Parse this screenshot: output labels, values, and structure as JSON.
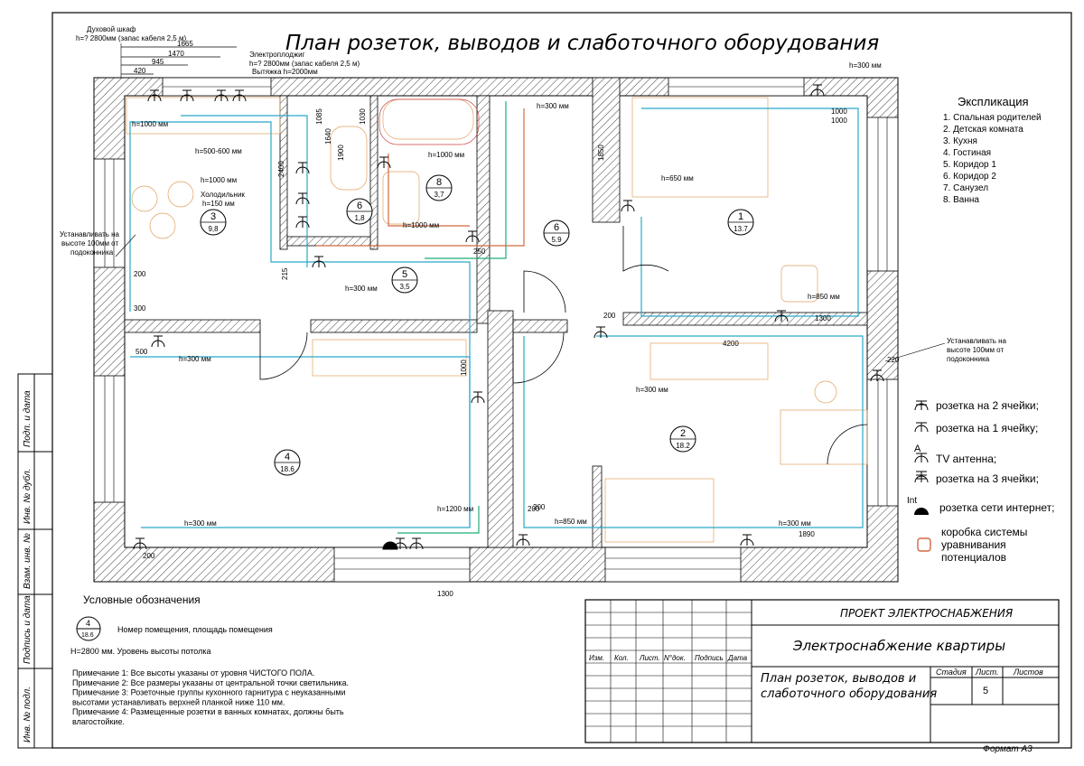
{
  "title": "План розеток, выводов и слаботочного оборудования",
  "top_notes": {
    "oven_label": "Духовой шкаф",
    "oven_height": "h=? 2800мм (запас кабеля 2,5 м)",
    "stove_label": "Электроплоджиг",
    "stove_height": "h=? 2800мм (запас кабеля 2,5 м)",
    "hood_height": "Вытяжка h=2000мм",
    "dims": [
      "1665",
      "1470",
      "945",
      "420"
    ]
  },
  "explication": {
    "title": "Экспликация",
    "items": [
      "1.    Спальная родителей",
      "2.    Детская комната",
      "3.    Кухня",
      "4.    Гостиная",
      "5.    Коридор 1",
      "6.    Коридор 2",
      "7.    Санузел",
      "8.    Ванна"
    ]
  },
  "rooms": [
    {
      "num": "3",
      "area": "9,8"
    },
    {
      "num": "6",
      "area": "1,8"
    },
    {
      "num": "8",
      "area": "3,7"
    },
    {
      "num": "5",
      "area": "3,5"
    },
    {
      "num": "6",
      "area": "5.9"
    },
    {
      "num": "1",
      "area": "13.7"
    },
    {
      "num": "4",
      "area": "18.6"
    },
    {
      "num": "2",
      "area": "18.2"
    }
  ],
  "height_labels": [
    "h=1000 мм",
    "h=500-600 мм",
    "h=1000 мм",
    "Холодильник",
    "h=150 мм",
    "h=1000 мм",
    "h=1000 мм",
    "h=300 мм",
    "h=300 мм",
    "h=300 мм",
    "h=650 мм",
    "h=850 мм",
    "h=300 мм",
    "h=300 мм",
    "h=300 мм",
    "h=1200 мм",
    "h=850 мм",
    "h=300 мм"
  ],
  "dim_labels": [
    "1085",
    "1030",
    "1640",
    "1900",
    "2400",
    "250",
    "1000",
    "200",
    "215",
    "1850",
    "1000",
    "200",
    "1300",
    "4200",
    "220",
    "500",
    "300",
    "200",
    "1000",
    "200",
    "1890",
    "1300",
    "200"
  ],
  "window_notes": {
    "left": [
      "Устанавливать на",
      "высоте 100мм от",
      "подоконника"
    ],
    "right": [
      "Устанавливать на",
      "высоте 100мм от",
      "подоконника"
    ]
  },
  "legend": {
    "items": [
      {
        "label": "розетка на 2 ячейки;"
      },
      {
        "label": "розетка на 1 ячейку;"
      },
      {
        "label": "TV антенна;",
        "mark": "A"
      },
      {
        "label": "розетка на 3 ячейки;"
      },
      {
        "label": "розетка сети интернет;",
        "mark": "Int"
      },
      {
        "label": "коробка системы уравнивания потенциалов"
      }
    ]
  },
  "conventions": {
    "title": "Условные обозначения",
    "example_num": "4",
    "example_area": "18.6",
    "example_text": "Номер помещения, площадь помещения",
    "height_text": "H=2800 мм.  Уровень высоты потолка"
  },
  "notes": [
    "Примечание 1: Все высоты указаны от уровня ЧИСТОГО ПОЛА.",
    "Примечание 2: Все размеры указаны от центральной точки светильника.",
    "Примечание 3: Розеточные группы кухонного гарнитура с неуказанными",
    "высотами устанавливать верхней планкой ниже 110 мм.",
    "Примечание 4: Размещенные розетки в ванных комнатах, должны быть",
    "влагостойкие."
  ],
  "stamp": {
    "project": "ПРОЕКТ ЭЛЕКТРОСНАБЖЕНИЯ",
    "object": "Электроснабжение квартиры",
    "sheet_title_1": "План розеток, выводов и",
    "sheet_title_2": "слаботочного оборудования",
    "cols": [
      "Изм.",
      "Кол.",
      "Лист.",
      "N°док.",
      "Подпись",
      "Дата"
    ],
    "stage_label": "Стадия",
    "list_label": "Лист.",
    "lists_label": "Листов",
    "list_value": "5",
    "format": "Формат А3"
  },
  "side_stamp": [
    "Подп. и дата",
    "Инв. № дубл.",
    "Взам. инв. №",
    "Подпись и дата",
    "Инв. № подл."
  ],
  "colors": {
    "cable": "#29a9c9",
    "cable2": "#1fae7a",
    "potential": "#d06a40",
    "furniture": "#e0a060"
  }
}
